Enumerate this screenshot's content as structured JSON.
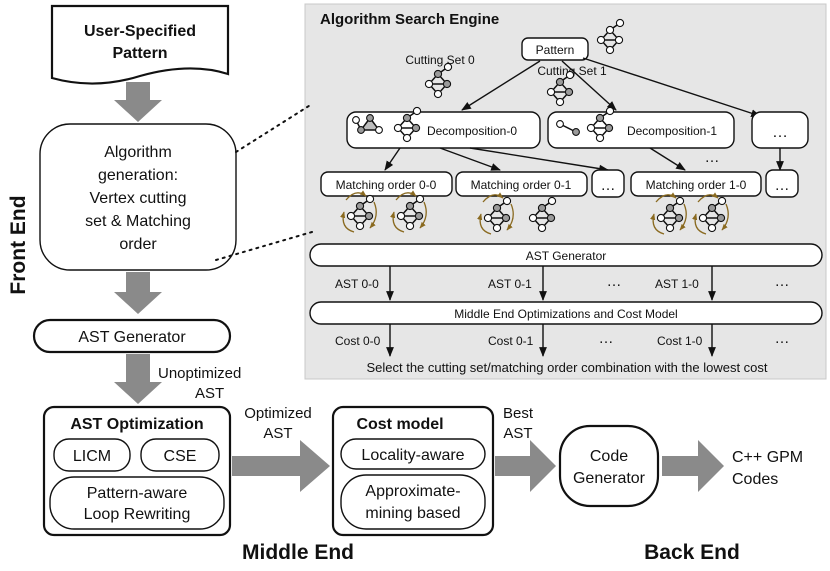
{
  "front_end": {
    "section_label": "Front End",
    "user_pattern": [
      "User-Specified",
      "Pattern"
    ],
    "algorithm_generation": [
      "Algorithm",
      "generation:",
      "Vertex cutting",
      "set & Matching",
      "order"
    ],
    "ast_generator": "AST Generator"
  },
  "search_engine": {
    "title": "Algorithm Search Engine",
    "pattern": "Pattern",
    "cutting_set_0": "Cutting Set 0",
    "cutting_set_1": "Cutting Set 1",
    "decomposition_0": "Decomposition-0",
    "decomposition_1": "Decomposition-1",
    "ellipsis": "…",
    "matching_order_00": "Matching order 0-0",
    "matching_order_01": "Matching order 0-1",
    "matching_order_10": "Matching order 1-0",
    "ast_generator": "AST Generator",
    "ast_00": "AST 0-0",
    "ast_01": "AST 0-1",
    "ast_10": "AST 1-0",
    "middle_end_bar": "Middle End Optimizations and Cost Model",
    "cost_00": "Cost 0-0",
    "cost_01": "Cost 0-1",
    "cost_10": "Cost 1-0",
    "select": "Select the cutting set/matching order combination with the lowest cost"
  },
  "middle_end": {
    "section_label": "Middle End",
    "unoptimized": [
      "Unoptimized",
      "AST"
    ],
    "ast_optimization": "AST Optimization",
    "licm": "LICM",
    "cse": "CSE",
    "pattern_aware": [
      "Pattern-aware",
      "Loop Rewriting"
    ],
    "optimized": [
      "Optimized",
      "AST"
    ],
    "cost_model": "Cost model",
    "locality_aware": "Locality-aware",
    "approximate": [
      "Approximate-",
      "mining based"
    ],
    "best": [
      "Best",
      "AST"
    ]
  },
  "back_end": {
    "section_label": "Back End",
    "code_generator": [
      "Code",
      "Generator"
    ],
    "output": [
      "C++ GPM",
      "Codes"
    ]
  },
  "colors": {
    "panel": "#e6e6e6",
    "grey_arrow": "#8a8a8a",
    "order_arrows": "#8a6a20"
  }
}
